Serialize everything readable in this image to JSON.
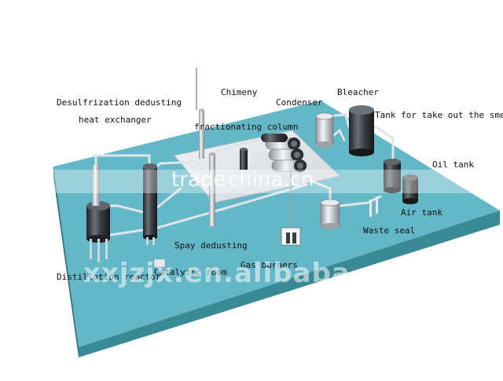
{
  "labels": {
    "desulfrization_line1": "Desulfrization dedusting",
    "desulfrization_line2": "heat exchanger",
    "chimeny": "Chimeny",
    "condenser": "Condenser",
    "bleacher": "Bleacher",
    "tank_smell": "Tank for take out the smell",
    "fractionating_column": "fractionating column",
    "oil_tank": "Oil tank",
    "air_tank": "Air tank",
    "waste_seal": "Waste seal",
    "spay_dedusting": "Spay dedusting",
    "gas_burners": "Gas burners",
    "distillation_reactor": "Distillation reactor",
    "catalytic_room": "Catalytic room"
  },
  "watermarks": {
    "trade": "trade",
    "china_cn": "china.cn",
    "alibaba": "xxjzjx.en.alibaba.com"
  },
  "colors": {
    "platform_top": "#63b7c6",
    "platform_front": "#3a8a96",
    "platform_side": "#2f7580",
    "slab": "#e8ecef",
    "equipment_dark": "#3b3f44",
    "equipment_light": "#c9cdd1",
    "pipe": "#d8dde1"
  }
}
